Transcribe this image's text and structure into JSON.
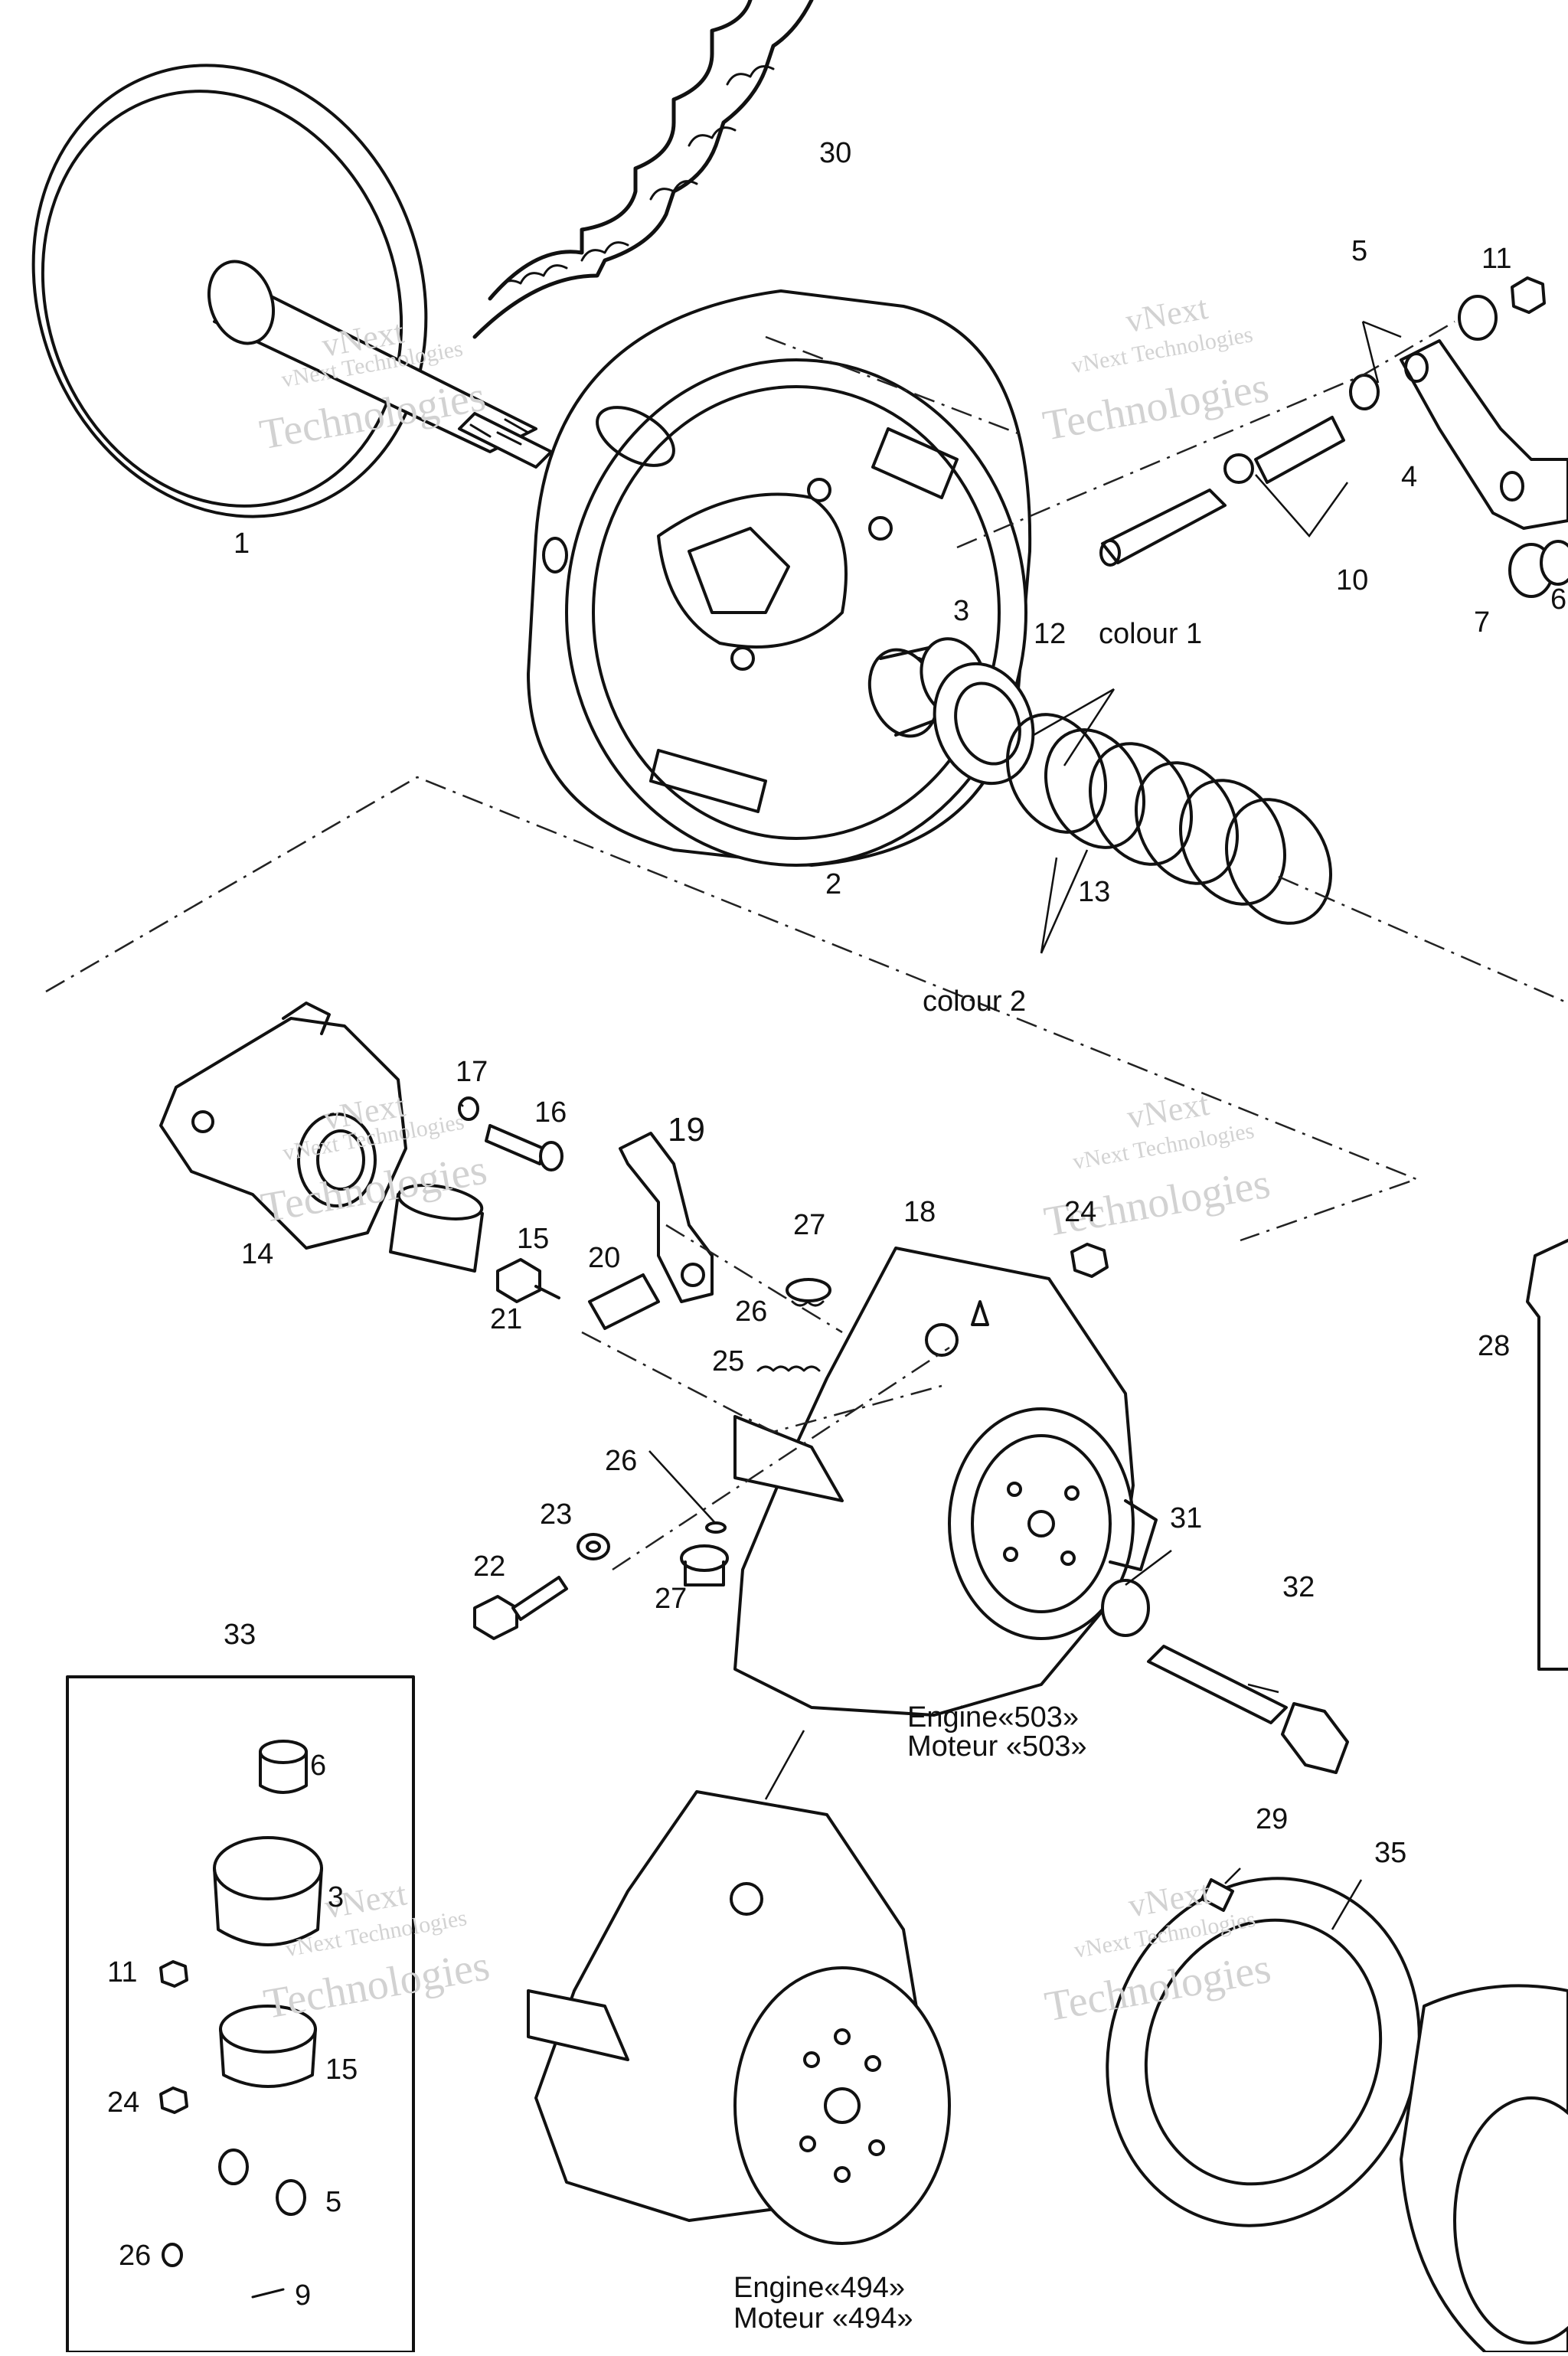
{
  "callouts": {
    "c1": "1",
    "c2": "2",
    "c3": "3",
    "c4": "4",
    "c5": "5",
    "c6": "6",
    "c7": "7",
    "c10": "10",
    "c11": "11",
    "c12": "12",
    "c13": "13",
    "c14": "14",
    "c15": "15",
    "c16": "16",
    "c17": "17",
    "c18": "18",
    "c19": "19",
    "c20": "20",
    "c21": "21",
    "c22": "22",
    "c23": "23",
    "c24": "24",
    "c25": "25",
    "c26a": "26",
    "c26b": "26",
    "c27a": "27",
    "c27b": "27",
    "c28": "28",
    "c29": "29",
    "c30": "30",
    "c31": "31",
    "c32": "32",
    "c33": "33",
    "c35": "35"
  },
  "kit": {
    "k6": "6",
    "k3": "3",
    "k11": "11",
    "k15": "15",
    "k24": "24",
    "k5": "5",
    "k26": "26",
    "k9": "9"
  },
  "labels": {
    "colour1": "colour 1",
    "colour2": "colour 2",
    "engine503_line1": "Engine«503»",
    "engine503_line2": "Moteur «503»",
    "engine494_line1": "Engine«494»",
    "engine494_line2": "Moteur «494»"
  },
  "watermark": {
    "line1": "vNext",
    "line2": "vNext Technologies",
    "line3": "Technologies"
  }
}
